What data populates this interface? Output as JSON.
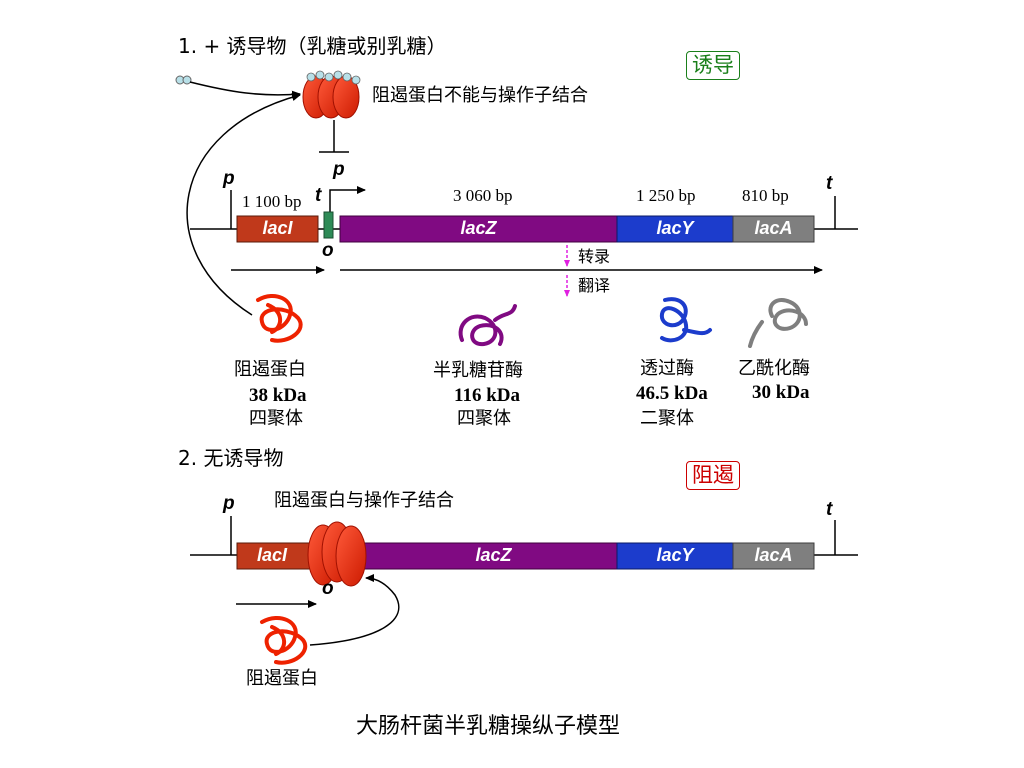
{
  "section1": {
    "heading": "1. + 诱导物（乳糖或别乳糖）",
    "badge": "诱导",
    "repressor_note": "阻遏蛋白不能与操作子结合",
    "promoter_i": "p",
    "promoter": "p",
    "terminator_i": "t",
    "operator": "o",
    "terminator": "t",
    "sizes": {
      "lacI": "1 100 bp",
      "lacZ": "3 060 bp",
      "lacY": "1 250 bp",
      "lacA": "810 bp"
    },
    "transcription": "转录",
    "translation": "翻译",
    "proteins": [
      {
        "name": "阻遏蛋白",
        "kda": "38 kDa",
        "oligomer": "四聚体"
      },
      {
        "name": "半乳糖苷酶",
        "kda": "116 kDa",
        "oligomer": "四聚体"
      },
      {
        "name": "透过酶",
        "kda": "46.5 kDa",
        "oligomer": "二聚体"
      },
      {
        "name": "乙酰化酶",
        "kda": "30 kDa",
        "oligomer": ""
      }
    ]
  },
  "section2": {
    "heading": "2. 无诱导物",
    "badge": "阻遏",
    "note": "阻遏蛋白与操作子结合",
    "promoter": "p",
    "terminator": "t",
    "operator": "o",
    "repressor": "阻遏蛋白"
  },
  "genes": {
    "lacI": "lacI",
    "lacZ": "lacZ",
    "lacY": "lacY",
    "lacA": "lacA"
  },
  "caption": "大肠杆菌半乳糖操纵子模型",
  "colors": {
    "lacI": "#c0391b",
    "lacZ": "#800a82",
    "lacY": "#1c3ccc",
    "lacA": "#7f7f7f",
    "repressor": "#ee2200",
    "operator": "#2e8b57",
    "induce": "#1a7f1a",
    "repress": "#cc0000",
    "arrow_magenta": "#e020e0"
  }
}
